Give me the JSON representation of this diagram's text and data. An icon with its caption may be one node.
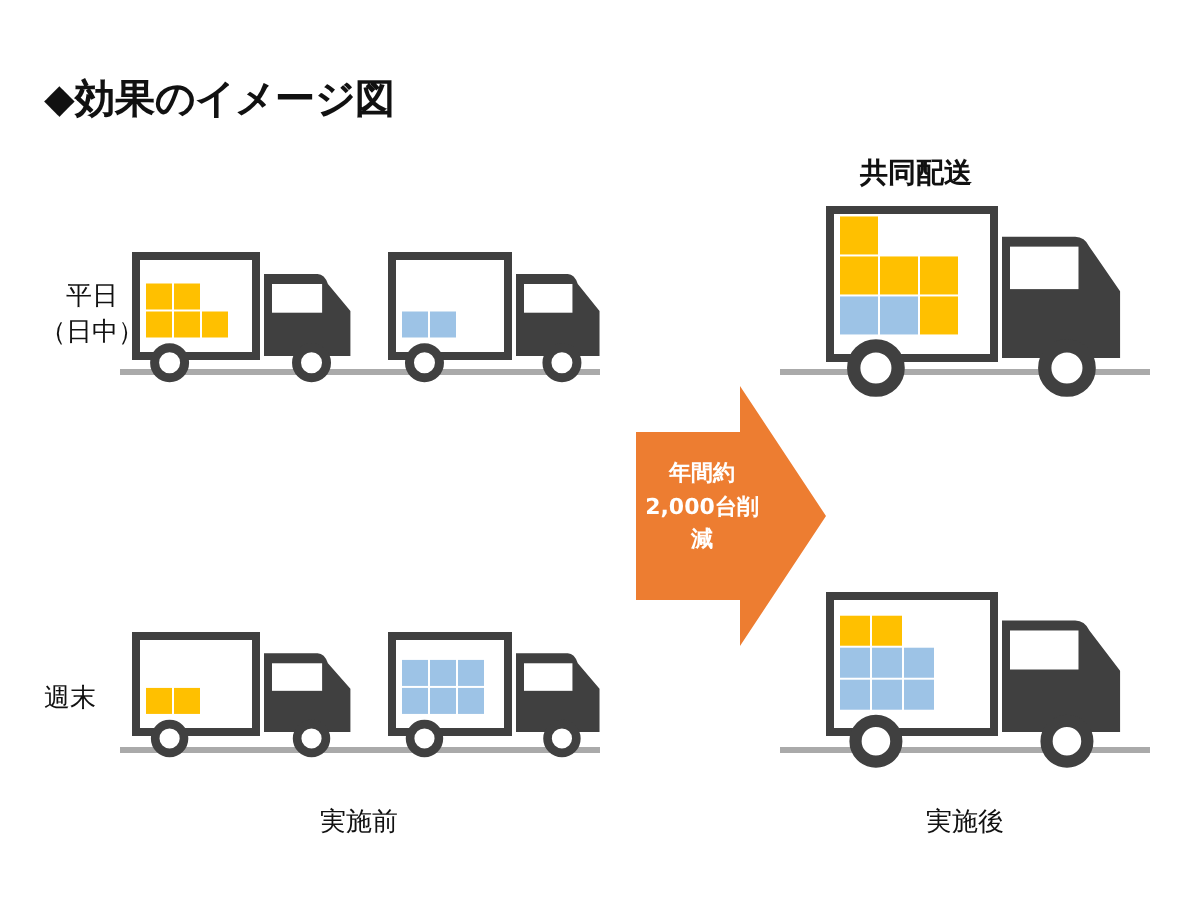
{
  "diagram": {
    "title": "◆効果のイメージ図",
    "nodes": [
      {
        "text": [
          "年間約2,000台削減"
        ]
      }
    ],
    "edges": [],
    "labels": [
      "共同配送",
      "平日（日中）",
      "週末",
      "実施前",
      "実施後"
    ]
  }
}
